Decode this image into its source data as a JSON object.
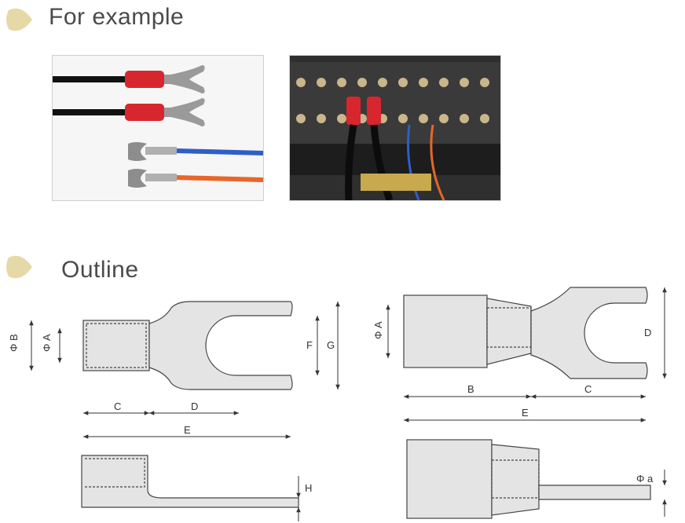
{
  "sections": [
    {
      "title": "For example"
    },
    {
      "title": "Outline"
    }
  ],
  "photos": [
    {
      "icon": "wire-terminals-photo"
    },
    {
      "icon": "terminal-block-photo"
    }
  ],
  "colors": {
    "bullet": "#e6d9a8",
    "red_insulation": "#d8262f",
    "blue_wire": "#2e5fc8",
    "orange_wire": "#e8662a",
    "outline_fill": "#e4e4e4"
  },
  "left_diagram": {
    "labels": {
      "phi_b": "Φ B",
      "phi_a": "Φ A",
      "c": "C",
      "d": "D",
      "e": "E",
      "f": "F",
      "g": "G",
      "h": "H"
    }
  },
  "right_diagram": {
    "labels": {
      "phi_a": "Φ A",
      "b": "B",
      "c": "C",
      "d": "D",
      "e": "E",
      "phi_a_small": "Φ a"
    }
  }
}
